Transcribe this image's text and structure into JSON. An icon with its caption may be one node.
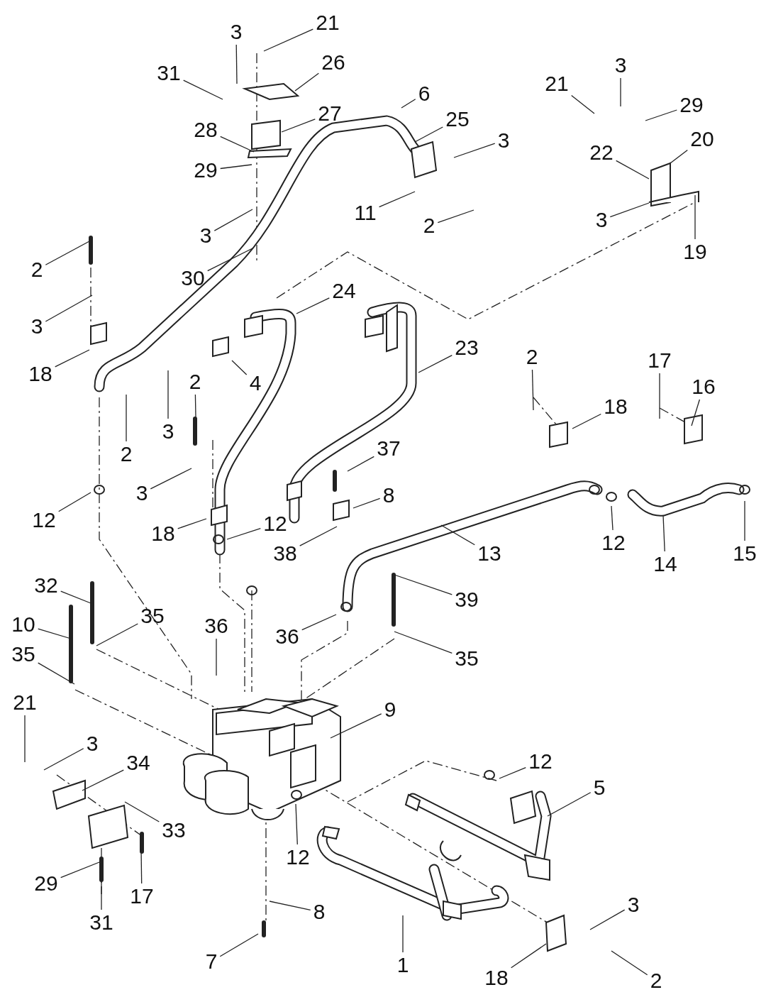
{
  "diagram": {
    "nodes": [
      {
        "text": [
          "21"
        ]
      },
      {
        "text": [
          "3"
        ]
      },
      {
        "text": [
          "26"
        ]
      },
      {
        "text": [
          "31"
        ]
      },
      {
        "text": [
          "27"
        ]
      },
      {
        "text": [
          "6"
        ]
      },
      {
        "text": [
          "25"
        ]
      },
      {
        "text": [
          "21"
        ]
      },
      {
        "text": [
          "3"
        ]
      },
      {
        "text": [
          "29"
        ]
      },
      {
        "text": [
          "28"
        ]
      },
      {
        "text": [
          "3"
        ]
      },
      {
        "text": [
          "20"
        ]
      },
      {
        "text": [
          "22"
        ]
      },
      {
        "text": [
          "29"
        ]
      },
      {
        "text": [
          "11"
        ]
      },
      {
        "text": [
          "2"
        ]
      },
      {
        "text": [
          "3"
        ]
      },
      {
        "text": [
          "19"
        ]
      },
      {
        "text": [
          "3"
        ]
      },
      {
        "text": [
          "30"
        ]
      },
      {
        "text": [
          "2"
        ]
      },
      {
        "text": [
          "24"
        ]
      },
      {
        "text": [
          "3"
        ]
      },
      {
        "text": [
          "18"
        ]
      },
      {
        "text": [
          "23"
        ]
      },
      {
        "text": [
          "4"
        ]
      },
      {
        "text": [
          "2"
        ]
      },
      {
        "text": [
          "17"
        ]
      },
      {
        "text": [
          "16"
        ]
      },
      {
        "text": [
          "18"
        ]
      },
      {
        "text": [
          "2"
        ]
      },
      {
        "text": [
          "2"
        ]
      },
      {
        "text": [
          "3"
        ]
      },
      {
        "text": [
          "37"
        ]
      },
      {
        "text": [
          "3"
        ]
      },
      {
        "text": [
          "8"
        ]
      },
      {
        "text": [
          "12"
        ]
      },
      {
        "text": [
          "12"
        ]
      },
      {
        "text": [
          "18"
        ]
      },
      {
        "text": [
          "12"
        ]
      },
      {
        "text": [
          "13"
        ]
      },
      {
        "text": [
          "14"
        ]
      },
      {
        "text": [
          "15"
        ]
      },
      {
        "text": [
          "38"
        ]
      },
      {
        "text": [
          "32"
        ]
      },
      {
        "text": [
          "10"
        ]
      },
      {
        "text": [
          "35"
        ]
      },
      {
        "text": [
          "36"
        ]
      },
      {
        "text": [
          "39"
        ]
      },
      {
        "text": [
          "36"
        ]
      },
      {
        "text": [
          "35"
        ]
      },
      {
        "text": [
          "35"
        ]
      },
      {
        "text": [
          "9"
        ]
      },
      {
        "text": [
          "21"
        ]
      },
      {
        "text": [
          "3"
        ]
      },
      {
        "text": [
          "34"
        ]
      },
      {
        "text": [
          "12"
        ]
      },
      {
        "text": [
          "5"
        ]
      },
      {
        "text": [
          "33"
        ]
      },
      {
        "text": [
          "12"
        ]
      },
      {
        "text": [
          "29"
        ]
      },
      {
        "text": [
          "17"
        ]
      },
      {
        "text": [
          "8"
        ]
      },
      {
        "text": [
          "3"
        ]
      },
      {
        "text": [
          "31"
        ]
      },
      {
        "text": [
          "7"
        ]
      },
      {
        "text": [
          "1"
        ]
      },
      {
        "text": [
          "18"
        ]
      },
      {
        "text": [
          "2"
        ]
      }
    ],
    "edges": [
      {
        "from": 0,
        "to": null,
        "arrow": "none"
      },
      {
        "from": 1,
        "to": null,
        "arrow": "none"
      },
      {
        "from": 2,
        "to": null,
        "arrow": "none"
      },
      {
        "from": 3,
        "to": null,
        "arrow": "none"
      },
      {
        "from": 4,
        "to": null,
        "arrow": "none"
      },
      {
        "from": 5,
        "to": null,
        "arrow": "none"
      },
      {
        "from": 6,
        "to": null,
        "arrow": "none"
      },
      {
        "from": 7,
        "to": null,
        "arrow": "none"
      },
      {
        "from": 8,
        "to": null,
        "arrow": "none"
      },
      {
        "from": 9,
        "to": null,
        "arrow": "none"
      },
      {
        "from": 10,
        "to": null,
        "arrow": "none"
      },
      {
        "from": 11,
        "to": null,
        "arrow": "none"
      },
      {
        "from": 12,
        "to": null,
        "arrow": "none"
      },
      {
        "from": 13,
        "to": null,
        "arrow": "none"
      },
      {
        "from": 14,
        "to": null,
        "arrow": "none"
      },
      {
        "from": 15,
        "to": null,
        "arrow": "none"
      },
      {
        "from": 16,
        "to": null,
        "arrow": "none"
      },
      {
        "from": 17,
        "to": null,
        "arrow": "none"
      },
      {
        "from": 18,
        "to": null,
        "arrow": "none"
      },
      {
        "from": 19,
        "to": null,
        "arrow": "none"
      },
      {
        "from": 20,
        "to": null,
        "arrow": "none"
      },
      {
        "from": 21,
        "to": null,
        "arrow": "none"
      },
      {
        "from": 22,
        "to": null,
        "arrow": "none"
      },
      {
        "from": 23,
        "to": null,
        "arrow": "none"
      },
      {
        "from": 24,
        "to": null,
        "arrow": "none"
      },
      {
        "from": 25,
        "to": null,
        "arrow": "none"
      },
      {
        "from": 26,
        "to": null,
        "arrow": "none"
      },
      {
        "from": 27,
        "to": null,
        "arrow": "none"
      },
      {
        "from": 28,
        "to": null,
        "arrow": "none"
      },
      {
        "from": 29,
        "to": null,
        "arrow": "none"
      },
      {
        "from": 30,
        "to": null,
        "arrow": "none"
      },
      {
        "from": 31,
        "to": null,
        "arrow": "none"
      },
      {
        "from": 32,
        "to": null,
        "arrow": "none"
      },
      {
        "from": 33,
        "to": null,
        "arrow": "none"
      },
      {
        "from": 34,
        "to": null,
        "arrow": "none"
      },
      {
        "from": 35,
        "to": null,
        "arrow": "none"
      },
      {
        "from": 36,
        "to": null,
        "arrow": "none"
      },
      {
        "from": 37,
        "to": null,
        "arrow": "none"
      },
      {
        "from": 38,
        "to": null,
        "arrow": "none"
      },
      {
        "from": 39,
        "to": null,
        "arrow": "none"
      },
      {
        "from": 40,
        "to": null,
        "arrow": "none"
      },
      {
        "from": 41,
        "to": null,
        "arrow": "none"
      },
      {
        "from": 42,
        "to": null,
        "arrow": "none"
      },
      {
        "from": 43,
        "to": null,
        "arrow": "none"
      },
      {
        "from": 44,
        "to": null,
        "arrow": "none"
      },
      {
        "from": 45,
        "to": null,
        "arrow": "none"
      },
      {
        "from": 46,
        "to": null,
        "arrow": "none"
      },
      {
        "from": 47,
        "to": null,
        "arrow": "none"
      },
      {
        "from": 48,
        "to": null,
        "arrow": "none"
      },
      {
        "from": 49,
        "to": null,
        "arrow": "none"
      },
      {
        "from": 50,
        "to": null,
        "arrow": "none"
      },
      {
        "from": 51,
        "to": null,
        "arrow": "none"
      },
      {
        "from": 52,
        "to": null,
        "arrow": "none"
      },
      {
        "from": 53,
        "to": null,
        "arrow": "none"
      },
      {
        "from": 54,
        "to": null,
        "arrow": "none"
      },
      {
        "from": 55,
        "to": null,
        "arrow": "none"
      },
      {
        "from": 56,
        "to": null,
        "arrow": "none"
      },
      {
        "from": 57,
        "to": null,
        "arrow": "none"
      },
      {
        "from": 58,
        "to": null,
        "arrow": "none"
      },
      {
        "from": 59,
        "to": null,
        "arrow": "none"
      },
      {
        "from": 60,
        "to": null,
        "arrow": "none"
      },
      {
        "from": 61,
        "to": null,
        "arrow": "none"
      },
      {
        "from": 62,
        "to": null,
        "arrow": "none"
      },
      {
        "from": 63,
        "to": null,
        "arrow": "none"
      },
      {
        "from": 64,
        "to": null,
        "arrow": "none"
      },
      {
        "from": 65,
        "to": null,
        "arrow": "none"
      },
      {
        "from": 66,
        "to": null,
        "arrow": "none"
      },
      {
        "from": 67,
        "to": null,
        "arrow": "none"
      },
      {
        "from": 68,
        "to": null,
        "arrow": "none"
      },
      {
        "from": 69,
        "to": null,
        "arrow": "none"
      }
    ]
  }
}
